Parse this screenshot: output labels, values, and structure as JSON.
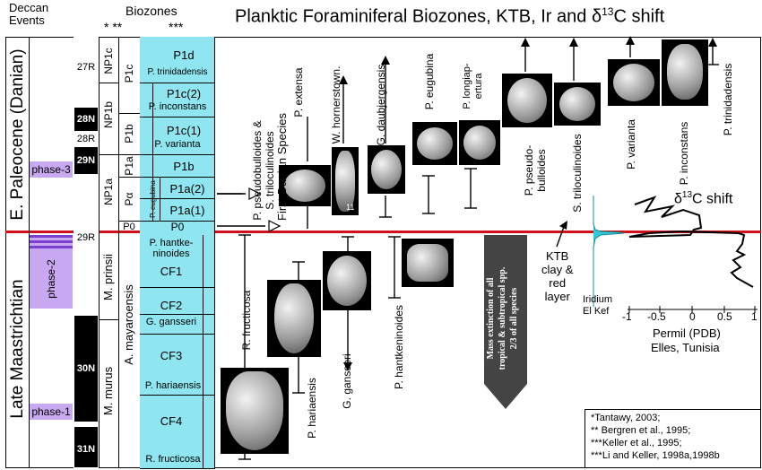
{
  "header": {
    "deccan_label": "Deccan\nEvents",
    "biozones_label": "Biozones",
    "stars": "*  **",
    "stars3": "***",
    "title_main": "Planktic Foraminiferal Biozones, KTB, Ir and ",
    "title_delta": "δ",
    "title_sup": "13",
    "title_end": "C shift"
  },
  "epochs": {
    "danian": "E. Paleocene (Danian)",
    "maastrichtian": "Late Maastrichtian"
  },
  "phases": [
    "phase-3",
    "phase-2",
    "phase-1"
  ],
  "chrons": {
    "c27r": "27R",
    "c28n": "28N",
    "c28r": "28R",
    "c29n": "29N",
    "c29r": "29R",
    "c30n": "30N",
    "c31n": "31N"
  },
  "nannozones": {
    "np1c": "NP1c",
    "np1b": "NP1b",
    "np1a": "NP1a",
    "p1c": "P1c",
    "p1b": "P1b",
    "p1a": "P1a",
    "pa": "Pα",
    "p0": "P0",
    "prinsii": "M. prinsii",
    "murus": "M. murus",
    "mayaroensis": "A. mayaroensis"
  },
  "zones": {
    "p1d": "P1d",
    "p1d_sub": "P. trinidadensis",
    "p1c2": "P1c(2)",
    "p1c2_sub": "P. inconstans",
    "p1c1": "P1c(1)",
    "p1c1_sub": "P. varianta",
    "p1b": "P1b",
    "p1a2": "P1a(2)",
    "p1a1": "P1a(1)",
    "eugubina": "P. eugubina",
    "p0": "P0",
    "cf1_sub": "P. hantke-\nninoides",
    "cf1": "CF1",
    "cf2": "CF2",
    "cf2_sub": "G. gansseri",
    "cf3": "CF3",
    "cf3_sub": "P. hariaensis",
    "cf4": "CF4",
    "cf4_sub": "R. fructicosa"
  },
  "species": {
    "first_danian": "P. pseudobulloides &\nS. triloculinoides",
    "first_danian_2": "First Danian Species",
    "extensa": "P. extensa",
    "hornerstown": "W. hornerstown.",
    "daubjergensis": "G. daubjergensis",
    "eugubina": "P. eugubina",
    "longiapertura": "P. longiap-\nertura",
    "pseudobulloides": "P. pseudo-\nbulloides",
    "triloculinoides": "S. triloculinoides",
    "varianta": "P. varianta",
    "inconstans": "P. inconstans",
    "trinidadensis": "P. trinidadensis",
    "fructicosa": "R. fructicosa",
    "hariaensis": "P. hariaensis",
    "gansseri": "G. gansseri",
    "hantkeninoides": "P. hantkeninoides",
    "specimen_no": "11"
  },
  "extinction": {
    "text": "Mass extinction of all\ntropical & subtropical spp.\n2/3 of all species"
  },
  "ktb": {
    "label": "KTB\nclay &\nred\nlayer",
    "iridium": "Iridium\nEl Kef"
  },
  "delta": {
    "delta": "δ",
    "sup": "13",
    "label": "C shift",
    "axis_ticks": [
      "-1",
      "-0.5",
      "0",
      "0.5",
      "1"
    ],
    "axis_label": "Permil (PDB)",
    "location": "Elles, Tunisia"
  },
  "refs": [
    "*Tantawy, 2003;",
    "** Bergren et al., 1995;",
    "***Keller et al., 1995;",
    "***Li and Keller, 1998a,1998b"
  ],
  "colors": {
    "zone_fill": "#8fe6f0",
    "phase_fill": "#c8a8f0",
    "phase2_line": "#7a3fd0",
    "ktb_line": "#d0101a",
    "iridium_fill": "#32c8d8"
  }
}
